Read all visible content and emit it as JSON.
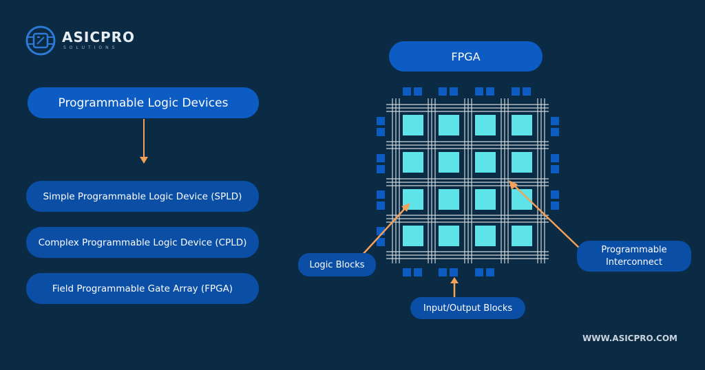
{
  "brand": {
    "name": "ASICPRO",
    "tagline": "SOLUTIONS"
  },
  "left": {
    "title": "Programmable Logic Devices",
    "items": [
      "Simple Programmable Logic Device (SPLD)",
      "Complex Programmable Logic Device (CPLD)",
      "Field Programmable Gate Array (FPGA)"
    ]
  },
  "fpga": {
    "title": "FPGA",
    "labels": {
      "logic_blocks": "Logic Blocks",
      "interconnect_line1": "Programmable",
      "interconnect_line2": "Interconnect",
      "io_blocks": "Input/Output Blocks"
    }
  },
  "footer": {
    "url": "WWW.ASICPRO.COM"
  },
  "colors": {
    "background": "#0b2a43",
    "pill": "#0c5cc4",
    "arrow": "#f4a25a",
    "logic_block": "#5ee3e8",
    "io_block": "#0c5cc4",
    "grid_line": "#cfd6dc"
  }
}
